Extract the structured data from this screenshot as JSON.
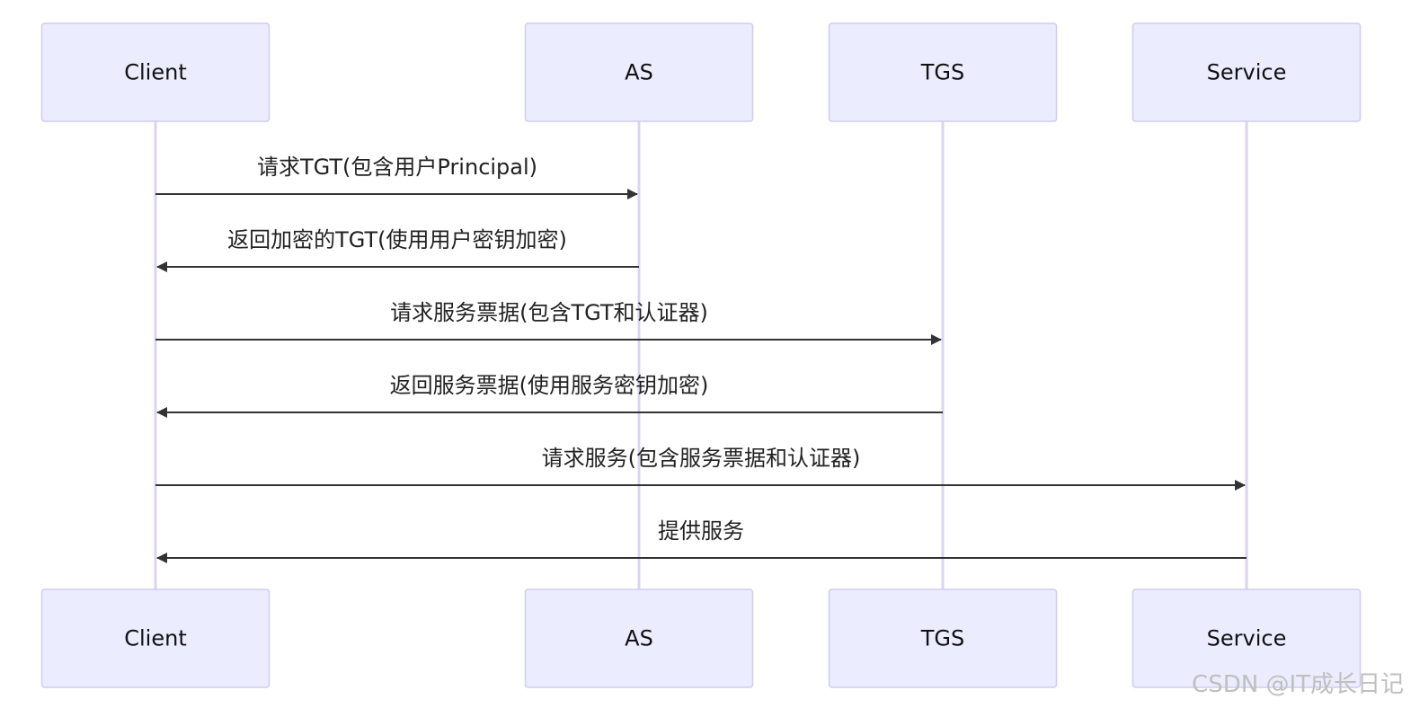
{
  "actors": [
    {
      "id": "client",
      "label": "Client"
    },
    {
      "id": "as",
      "label": "AS"
    },
    {
      "id": "tgs",
      "label": "TGS"
    },
    {
      "id": "service",
      "label": "Service"
    }
  ],
  "messages": [
    {
      "from": "client",
      "to": "as",
      "label": "请求TGT(包含用户Principal)"
    },
    {
      "from": "as",
      "to": "client",
      "label": "返回加密的TGT(使用用户密钥加密)"
    },
    {
      "from": "client",
      "to": "tgs",
      "label": "请求服务票据(包含TGT和认证器)"
    },
    {
      "from": "tgs",
      "to": "client",
      "label": "返回服务票据(使用服务密钥加密)"
    },
    {
      "from": "client",
      "to": "service",
      "label": "请求服务(包含服务票据和认证器)"
    },
    {
      "from": "service",
      "to": "client",
      "label": "提供服务"
    }
  ],
  "watermark": "CSDN @IT成长日记",
  "colors": {
    "actor_fill": "#ECECFF",
    "actor_border": "#CDCDEE",
    "lifeline": "#DCD3F2",
    "arrow": "#333333",
    "watermark": "#BFBFBF"
  }
}
